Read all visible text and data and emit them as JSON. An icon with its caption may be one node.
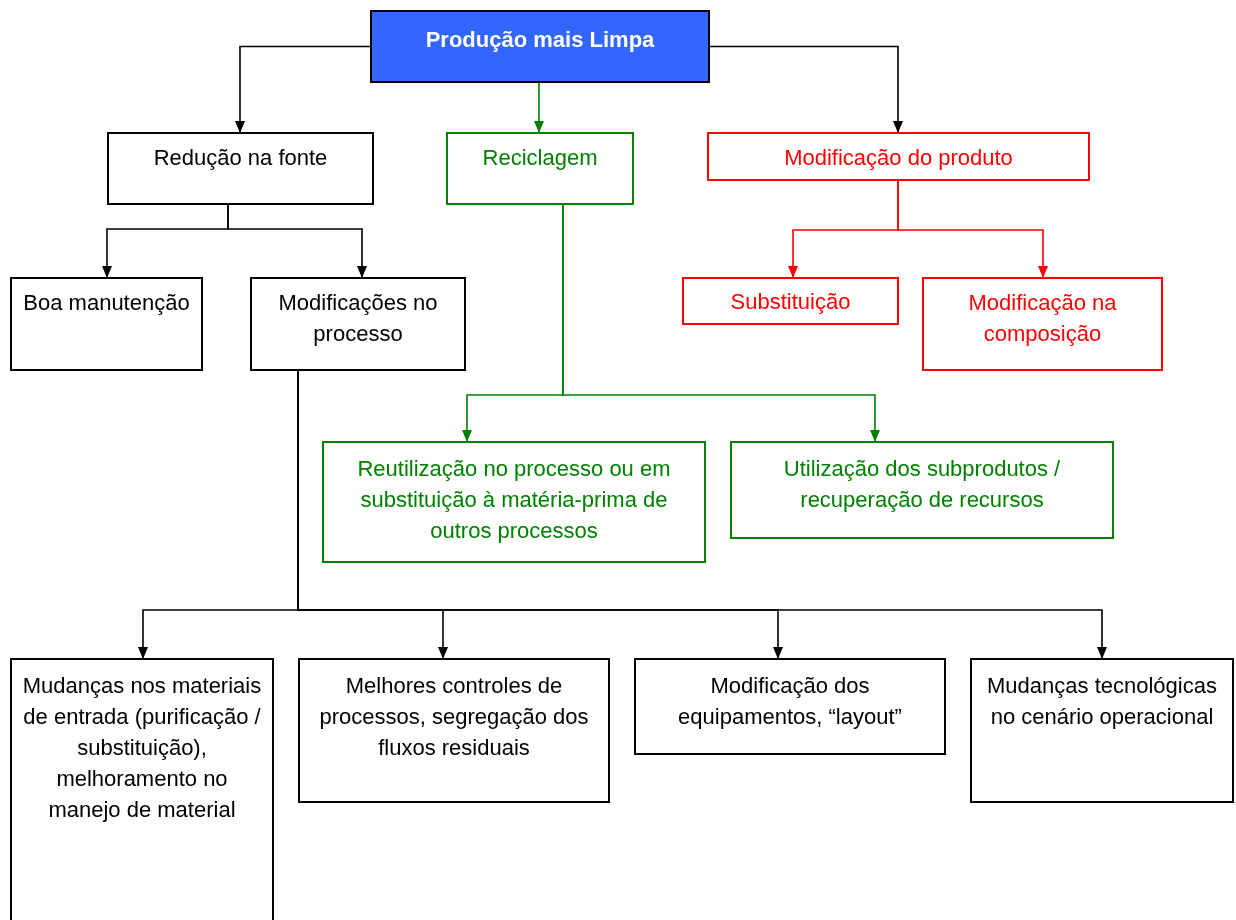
{
  "diagram": {
    "nodes": [
      {
        "text": [
          "Produção mais Limpa"
        ]
      },
      {
        "text": [
          "Redução na fonte"
        ]
      },
      {
        "text": [
          "Reciclagem"
        ]
      },
      {
        "text": [
          "Modificação do produto"
        ]
      },
      {
        "text": [
          "Boa manutenção"
        ]
      },
      {
        "text": [
          "Modificações no processo"
        ]
      },
      {
        "text": [
          "Substituição"
        ]
      },
      {
        "text": [
          "Modificação na composição"
        ]
      },
      {
        "text": [
          "Reutilização no processo ou em substituição à matéria-prima de outros processos"
        ]
      },
      {
        "text": [
          "Utilização dos subprodutos / recuperação de recursos"
        ]
      },
      {
        "text": [
          "Mudanças nos materiais de entrada (purificação / substituição), melhoramento no manejo de material"
        ]
      },
      {
        "text": [
          "Melhores controles de processos, segregação dos fluxos residuais"
        ]
      },
      {
        "text": [
          "Modificação dos equipamentos, “layout”"
        ]
      },
      {
        "text": [
          "Mudanças tecnológicas no cenário operacional"
        ]
      }
    ],
    "edges": [
      {
        "from": 0,
        "to": 1,
        "arrow": "to"
      },
      {
        "from": 0,
        "to": 2,
        "arrow": "to",
        "color": "#008000"
      },
      {
        "from": 0,
        "to": 3,
        "arrow": "to"
      },
      {
        "from": 1,
        "to": 4,
        "arrow": "to"
      },
      {
        "from": 1,
        "to": 5,
        "arrow": "to"
      },
      {
        "from": 3,
        "to": 6,
        "arrow": "to",
        "color": "#ff0000"
      },
      {
        "from": 3,
        "to": 7,
        "arrow": "to",
        "color": "#ff0000"
      },
      {
        "from": 2,
        "to": 8,
        "arrow": "to",
        "color": "#008000"
      },
      {
        "from": 2,
        "to": 9,
        "arrow": "to",
        "color": "#008000"
      },
      {
        "from": 5,
        "to": 10,
        "arrow": "to"
      },
      {
        "from": 5,
        "to": 11,
        "arrow": "to"
      },
      {
        "from": 5,
        "to": 12,
        "arrow": "to"
      },
      {
        "from": 5,
        "to": 13,
        "arrow": "to"
      }
    ]
  }
}
